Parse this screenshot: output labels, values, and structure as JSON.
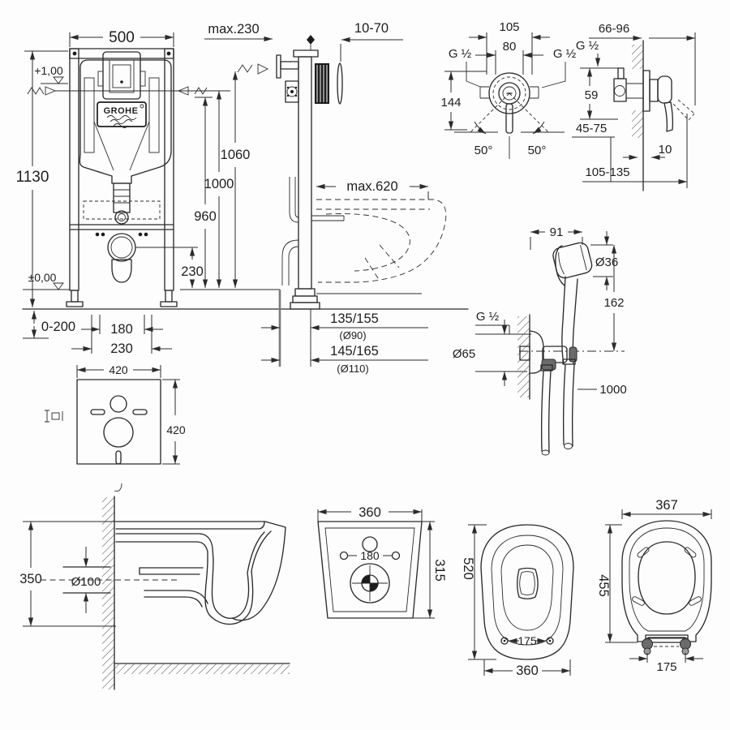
{
  "diagram": {
    "frame_front": {
      "brand": "GROHE",
      "d500": "500",
      "d1130": "1130",
      "lvl_top": "+1,00",
      "lvl_floor": "±0,00",
      "d960": "960",
      "d1000": "1000",
      "d1060": "1060",
      "d230v": "230",
      "d0200": "0-200",
      "d180": "180",
      "d230h": "230"
    },
    "frame_side": {
      "dmax230": "max.230",
      "d1070": "10-70",
      "dmax620": "max.620",
      "drain_a": "135/155",
      "drain_a_dia": "(Ø90)",
      "drain_b": "145/165",
      "drain_b_dia": "(Ø110)"
    },
    "mixer_front": {
      "d105": "105",
      "d80": "80",
      "g_left": "G ½",
      "g_right": "G ½",
      "d144": "144",
      "ang_l": "50°",
      "ang_r": "50°"
    },
    "mixer_side": {
      "d6696": "66-96",
      "g": "G ½",
      "d59": "59",
      "d4575": "45-75",
      "d10": "10",
      "d105135": "105-135"
    },
    "shower": {
      "d91": "91",
      "d36": "Ø36",
      "d162": "162",
      "g": "G ½",
      "d65": "Ø65",
      "d1000": "1000"
    },
    "pad": {
      "w": "420",
      "h": "420"
    },
    "bowl_side": {
      "d350": "350",
      "d100": "Ø100"
    },
    "bowl_front": {
      "d360": "360",
      "d180": "180",
      "d315": "315"
    },
    "bowl_top": {
      "d520": "520",
      "d175": "175",
      "d360": "360"
    },
    "seat": {
      "d367": "367",
      "d455": "455",
      "d175": "175"
    }
  }
}
